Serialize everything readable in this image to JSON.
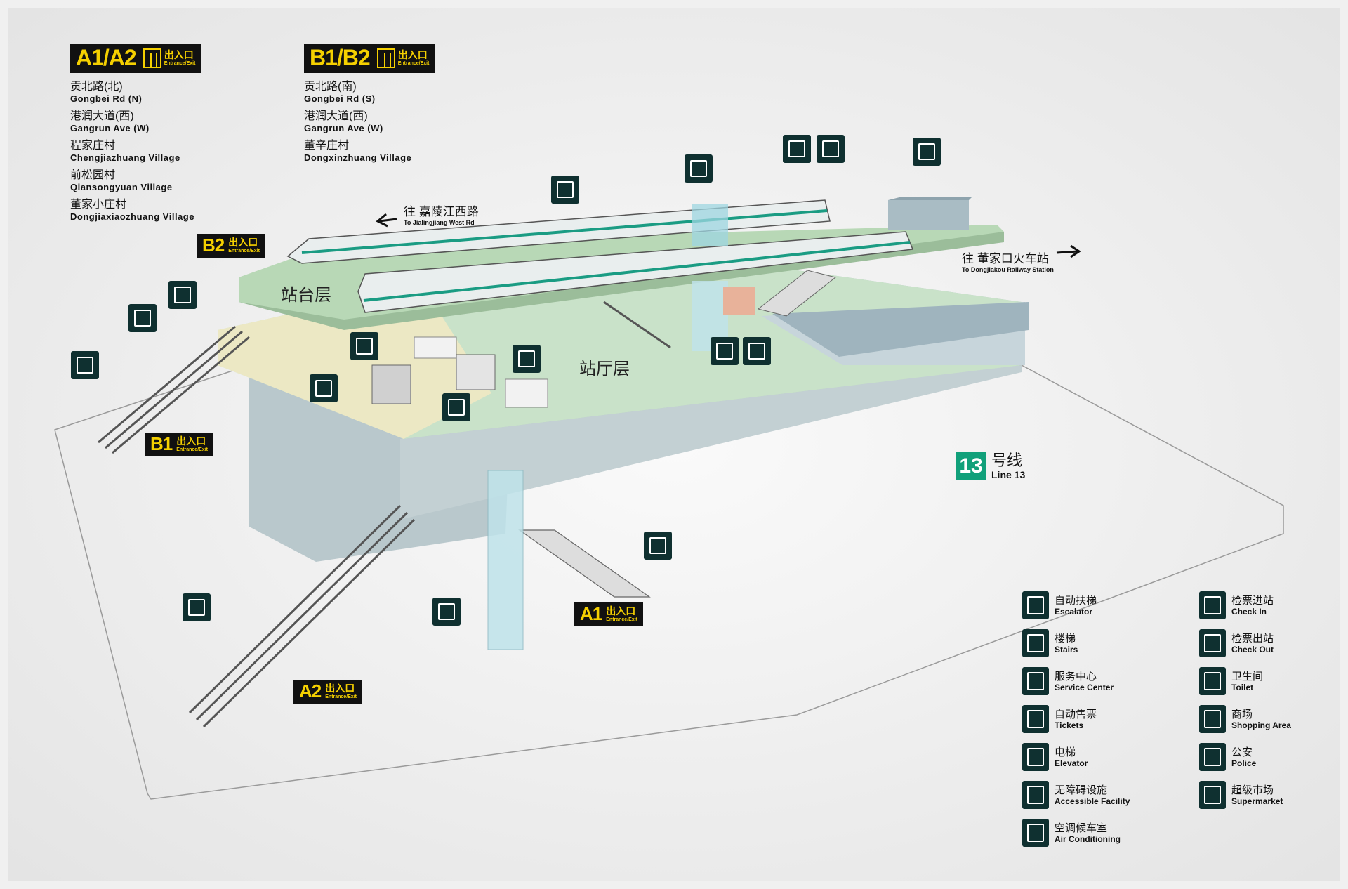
{
  "exits": {
    "a1a2": {
      "code": "A1/A2",
      "sign_zh": "出入口",
      "sign_en": "Entrance/Exit",
      "destinations": [
        {
          "zh": "贡北路(北)",
          "en": "Gongbei Rd (N)"
        },
        {
          "zh": "港润大道(西)",
          "en": "Gangrun Ave (W)"
        },
        {
          "zh": "程家庄村",
          "en": "Chengjiazhuang Village"
        },
        {
          "zh": "前松园村",
          "en": "Qiansongyuan Village"
        },
        {
          "zh": "董家小庄村",
          "en": "Dongjiaxiaozhuang Village"
        }
      ]
    },
    "b1b2": {
      "code": "B1/B2",
      "sign_zh": "出入口",
      "sign_en": "Entrance/Exit",
      "destinations": [
        {
          "zh": "贡北路(南)",
          "en": "Gongbei Rd (S)"
        },
        {
          "zh": "港润大道(西)",
          "en": "Gangrun Ave (W)"
        },
        {
          "zh": "董辛庄村",
          "en": "Dongxinzhuang Village"
        }
      ]
    }
  },
  "map_signs": {
    "b2": {
      "code": "B2",
      "zh": "出入口",
      "en": "Entrance/Exit"
    },
    "b1": {
      "code": "B1",
      "zh": "出入口",
      "en": "Entrance/Exit"
    },
    "a1": {
      "code": "A1",
      "zh": "出入口",
      "en": "Entrance/Exit"
    },
    "a2": {
      "code": "A2",
      "zh": "出入口",
      "en": "Entrance/Exit"
    }
  },
  "floors": {
    "platform": "站台层",
    "concourse": "站厅层"
  },
  "directions": {
    "west": {
      "zh": "往 嘉陵江西路",
      "en": "To Jialingjiang West Rd"
    },
    "east": {
      "zh": "往 董家口火车站",
      "en": "To Dongjiakou Railway Station"
    }
  },
  "line": {
    "number": "13",
    "zh": "号线",
    "en": "Line 13"
  },
  "legend": [
    {
      "icon": "escalator-icon",
      "zh": "自动扶梯",
      "en": "Escalator"
    },
    {
      "icon": "stairs-icon",
      "zh": "楼梯",
      "en": "Stairs"
    },
    {
      "icon": "service-center-icon",
      "zh": "服务中心",
      "en": "Service Center"
    },
    {
      "icon": "ticket-machine-icon",
      "zh": "自动售票",
      "en": "Tickets"
    },
    {
      "icon": "elevator-icon",
      "zh": "电梯",
      "en": "Elevator"
    },
    {
      "icon": "accessible-icon",
      "zh": "无障碍设施",
      "en": "Accessible Facility"
    },
    {
      "icon": "air-conditioning-icon",
      "zh": "空调候车室",
      "en": "Air Conditioning"
    },
    {
      "icon": "check-in-icon",
      "zh": "检票进站",
      "en": "Check In"
    },
    {
      "icon": "check-out-icon",
      "zh": "检票出站",
      "en": "Check Out"
    },
    {
      "icon": "toilet-icon",
      "zh": "卫生间",
      "en": "Toilet"
    },
    {
      "icon": "shopping-icon",
      "zh": "商场",
      "en": "Shopping Area"
    },
    {
      "icon": "police-icon",
      "zh": "公安",
      "en": "Police"
    },
    {
      "icon": "supermarket-icon",
      "zh": "超级市场",
      "en": "Supermarket"
    }
  ],
  "colors": {
    "sign_bg": "#111111",
    "sign_text": "#f5d000",
    "icon_bg": "#0f3030",
    "line13": "#11a07a",
    "concourse_floor": "#c9e2c9",
    "paid_area": "#ece8c4",
    "platform": "#b8d8b6",
    "track_bed": "#a9bcc4"
  }
}
